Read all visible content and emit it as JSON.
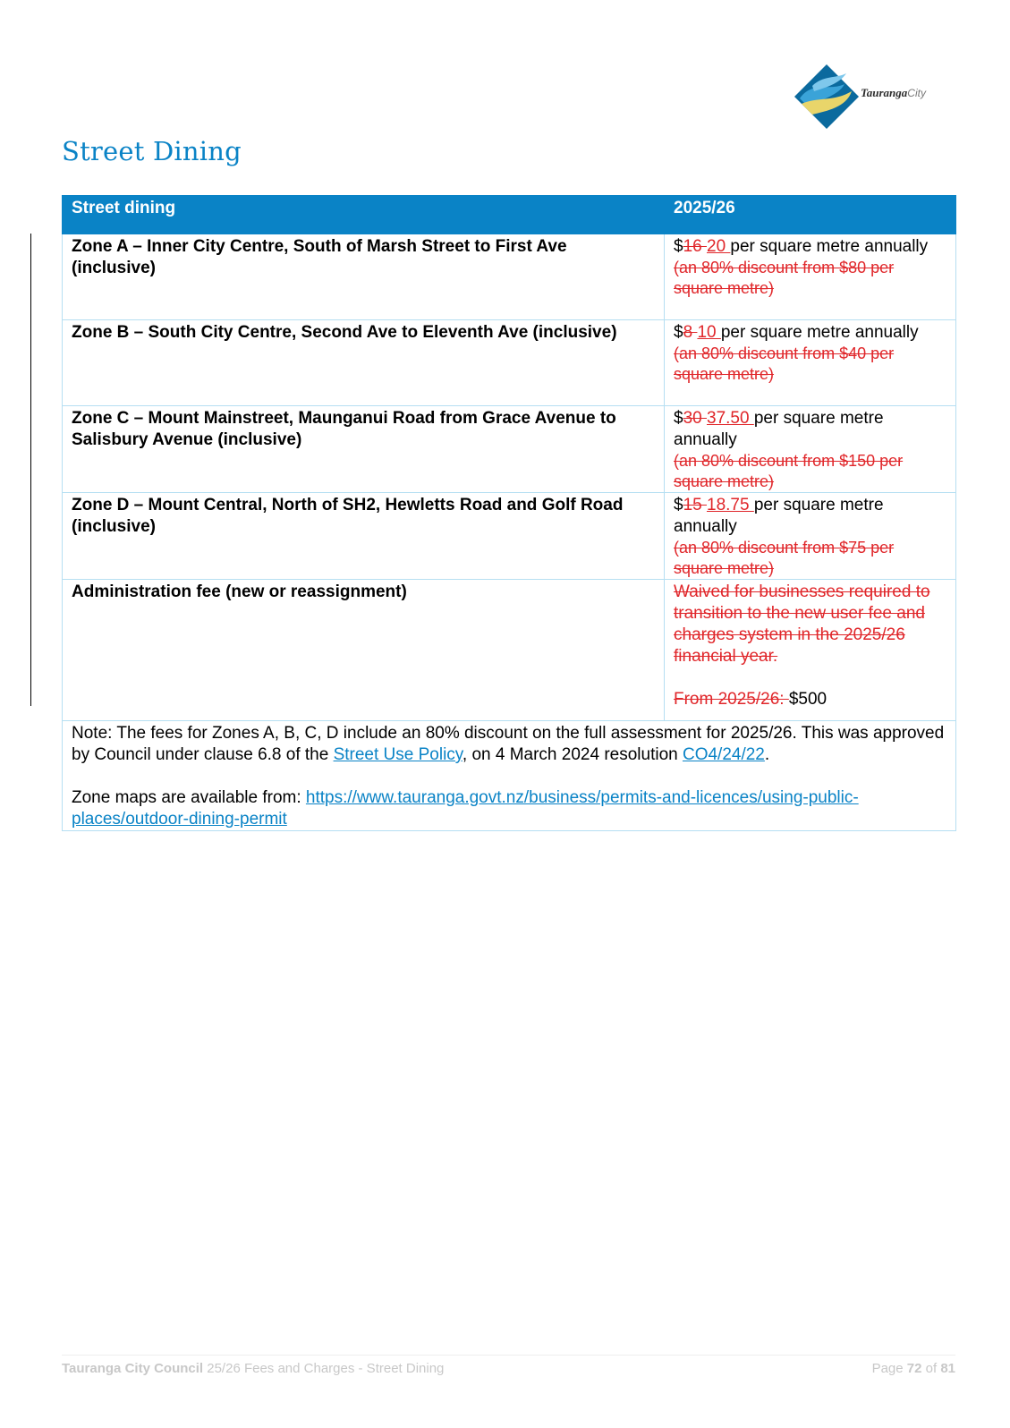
{
  "logo": {
    "name": "Tauranga",
    "suffix": "City"
  },
  "page_title": "Street Dining",
  "table": {
    "headers": [
      "Street dining",
      "2025/26"
    ],
    "zones": [
      {
        "name": "Zone A – Inner City Centre, South of Marsh Street to First Ave (inclusive)",
        "currency": "$",
        "old_price": "16 ",
        "new_price": "20 ",
        "unit": "per square metre annually",
        "discount_note": "(an 80% discount from $80 per square metre)"
      },
      {
        "name": "Zone B – South City Centre, Second Ave to Eleventh Ave (inclusive)",
        "currency": "$",
        "old_price": "8 ",
        "new_price": "10 ",
        "unit": "per square metre annually",
        "discount_note": "(an 80% discount from $40 per square metre)"
      },
      {
        "name": "Zone C – Mount Mainstreet, Maunganui Road from Grace Avenue to Salisbury Avenue (inclusive)",
        "currency": "$",
        "old_price": "30 ",
        "new_price": "37.50 ",
        "unit": "per square metre annually",
        "discount_note": "(an 80% discount from $150 per square metre)"
      },
      {
        "name": "Zone D – Mount Central, North of SH2, Hewletts Road and Golf Road (inclusive)",
        "currency": "$",
        "old_price": "15 ",
        "new_price": "18.75 ",
        "unit": "per square metre annually",
        "discount_note": "(an 80% discount from $75 per square metre)"
      }
    ],
    "admin": {
      "name": "Administration fee (new or reassignment)",
      "waived_note": "Waived for businesses required to transition to the new user fee and charges system in the 2025/26 financial year.",
      "from_struck": "From 2025/26: ",
      "price": "$500"
    },
    "note": {
      "text_1": "Note: The fees for Zones A, B, C, D include an 80% discount on the full assessment for 2025/26. This was approved by Council under clause 6.8 of the ",
      "policy_link": "Street Use Policy",
      "text_2": ", on 4 March 2024 resolution ",
      "resolution_link": "CO4/24/22",
      "text_3": ".",
      "maps_label": "Zone maps are available from: ",
      "maps_link": "https://www.tauranga.govt.nz/business/permits-and-licences/using-public-places/outdoor-dining-permit"
    }
  },
  "footer": {
    "org": "Tauranga City Council",
    "doc": " 25/26 Fees and Charges - Street Dining",
    "page_label": "Page ",
    "page_number": "72",
    "of_label": " of ",
    "page_total": "81"
  },
  "colors": {
    "brand_blue": "#0a83c6",
    "revision_red": "#e0262a",
    "table_border": "#b6dff2"
  }
}
